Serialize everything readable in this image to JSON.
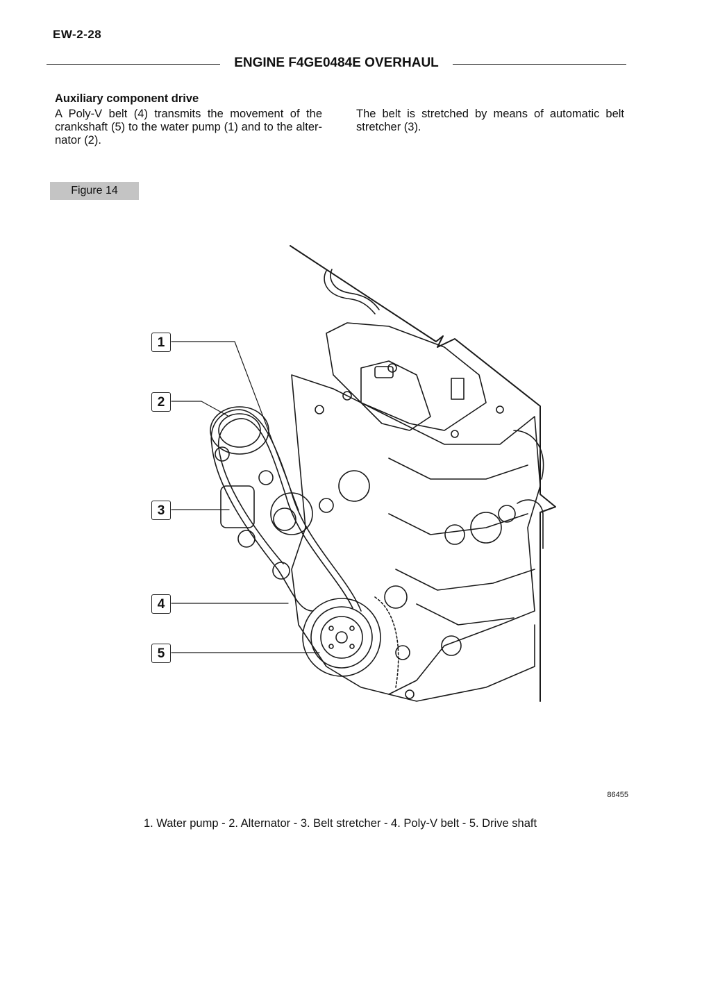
{
  "header": {
    "page_ref": "EW-2-28",
    "chapter_title": "ENGINE F4GE0484E OVERHAUL"
  },
  "section": {
    "heading": "Auxiliary component drive",
    "paragraph_left": "A Poly-V belt (4) transmits the movement of the crankshaft (5) to the water pump (1) and to the alter-nator (2).",
    "paragraph_right": "The belt is stretched by means of automatic belt stretcher (3)."
  },
  "figure": {
    "label": "Figure 14",
    "callouts": [
      "1",
      "2",
      "3",
      "4",
      "5"
    ],
    "image_code": "86455",
    "caption": "1. Water pump - 2. Alternator - 3. Belt stretcher - 4. Poly-V belt - 5. Drive shaft"
  }
}
